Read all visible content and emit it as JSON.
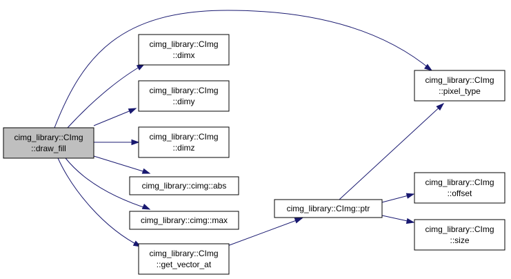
{
  "colors": {
    "edge": "#191970",
    "node_fill": "#ffffff",
    "node_highlight_fill": "#bfbfbf",
    "node_border": "#000000"
  },
  "nodes": [
    {
      "id": "draw_fill",
      "lines": [
        "cimg_library::CImg",
        "::draw_fill"
      ],
      "highlight": true
    },
    {
      "id": "dimx",
      "lines": [
        "cimg_library::CImg",
        "::dimx"
      ]
    },
    {
      "id": "dimy",
      "lines": [
        "cimg_library::CImg",
        "::dimy"
      ]
    },
    {
      "id": "dimz",
      "lines": [
        "cimg_library::CImg",
        "::dimz"
      ]
    },
    {
      "id": "abs",
      "lines": [
        "cimg_library::cimg::abs"
      ]
    },
    {
      "id": "max",
      "lines": [
        "cimg_library::cimg::max"
      ]
    },
    {
      "id": "get_vector_at",
      "lines": [
        "cimg_library::CImg",
        "::get_vector_at"
      ]
    },
    {
      "id": "ptr",
      "lines": [
        "cimg_library::CImg::ptr"
      ]
    },
    {
      "id": "pixel_type",
      "lines": [
        "cimg_library::CImg",
        "::pixel_type"
      ]
    },
    {
      "id": "offset",
      "lines": [
        "cimg_library::CImg",
        "::offset"
      ]
    },
    {
      "id": "size",
      "lines": [
        "cimg_library::CImg",
        "::size"
      ]
    }
  ],
  "edges": [
    {
      "from": "draw_fill",
      "to": "pixel_type"
    },
    {
      "from": "draw_fill",
      "to": "dimx"
    },
    {
      "from": "draw_fill",
      "to": "dimy"
    },
    {
      "from": "draw_fill",
      "to": "dimz"
    },
    {
      "from": "draw_fill",
      "to": "abs"
    },
    {
      "from": "draw_fill",
      "to": "max"
    },
    {
      "from": "draw_fill",
      "to": "get_vector_at"
    },
    {
      "from": "get_vector_at",
      "to": "ptr"
    },
    {
      "from": "ptr",
      "to": "pixel_type"
    },
    {
      "from": "ptr",
      "to": "offset"
    },
    {
      "from": "ptr",
      "to": "size"
    }
  ]
}
